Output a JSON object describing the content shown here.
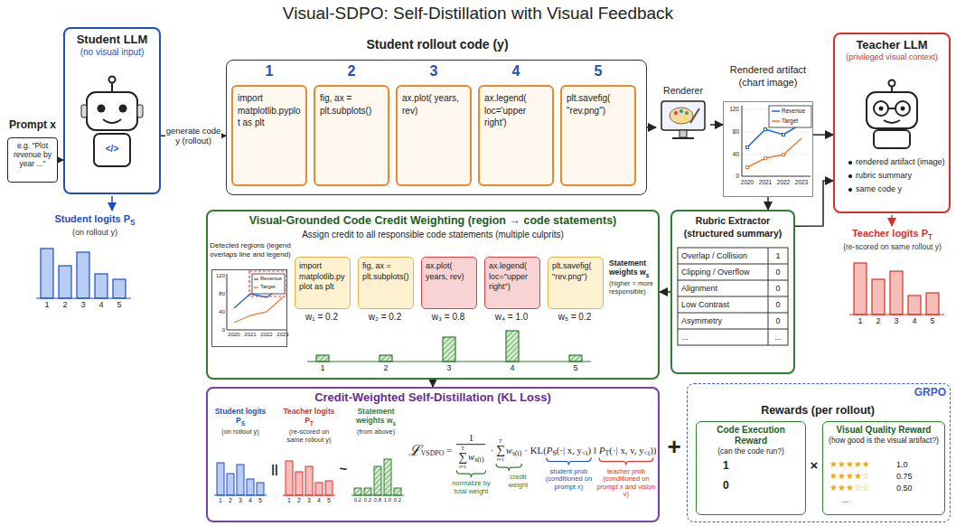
{
  "diagram": {
    "title": "Visual-SDPO: Self-Distillation with Visual Feedback",
    "nodes": [
      {
        "text": [
          "Prompt x",
          "e.g. \"Plot revenue by year ...\""
        ]
      },
      {
        "text": [
          "Student LLM",
          "(no visual input)"
        ]
      },
      {
        "text": [
          "Student rollout code (y)"
        ]
      },
      {
        "text": [
          "1",
          "import matplotlib.pyplot as plt"
        ],
        "in": 2
      },
      {
        "text": [
          "2",
          "fig, ax = plt.subplots()"
        ],
        "in": 2
      },
      {
        "text": [
          "3",
          "ax.plot( years, rev)"
        ],
        "in": 2
      },
      {
        "text": [
          "4",
          "ax.legend( loc='upper right')"
        ],
        "in": 2
      },
      {
        "text": [
          "5",
          "plt.savefig( \"rev.png\")"
        ],
        "in": 2
      },
      {
        "text": [
          "Renderer"
        ]
      },
      {
        "text": [
          "Rendered artifact (chart image)"
        ]
      },
      {
        "text": [
          "Teacher LLM",
          "(privileged visual context)",
          "rendered artifact (image)",
          "rubric summary",
          "same code y"
        ]
      },
      {
        "text": [
          "Rubric Extractor (structured summary)"
        ]
      },
      {
        "text": [
          "Visual-Grounded Code Credit Weighting (region → code statements)",
          "Assign credit to all responsible code statements (multiple culprits)"
        ]
      },
      {
        "text": [
          "Detected regions (legend overlaps line and legend)"
        ],
        "in": 12
      },
      {
        "text": [
          "import matplotlib.pyplot as plt",
          "w₁ = 0.2"
        ],
        "in": 12
      },
      {
        "text": [
          "fig, ax = plt.subplots()",
          "w₂ = 0.2"
        ],
        "in": 12
      },
      {
        "text": [
          "ax.plot( years, rev)",
          "w₃ = 0.8"
        ],
        "in": 12
      },
      {
        "text": [
          "ax.legend( loc=\"upper right\")",
          "w₄ = 1.0"
        ],
        "in": 12
      },
      {
        "text": [
          "plt.savefig( \"rev.png\")",
          "w₅ = 0.2"
        ],
        "in": 12
      },
      {
        "text": [
          "Credit-Weighted Self-Distillation (KL Loss)"
        ]
      },
      {
        "text": [
          "GRPO",
          "Rewards (per rollout)"
        ]
      },
      {
        "text": [
          "Code Execution Reward",
          "(can the code run?)"
        ],
        "in": 20
      },
      {
        "text": [
          "Visual Quality Reward",
          "(how good is the visual artifact?)"
        ],
        "in": 20
      }
    ],
    "edges": [
      {
        "from": 0,
        "to": 1,
        "arrow": "to"
      },
      {
        "from": 1,
        "to": 2,
        "label": "generate code y (rollout)",
        "arrow": "to"
      },
      {
        "from": 2,
        "to": 8,
        "arrow": "to"
      },
      {
        "from": 8,
        "to": 9,
        "arrow": "to"
      },
      {
        "from": 9,
        "to": 10,
        "arrow": "to"
      },
      {
        "from": 9,
        "to": 11,
        "arrow": "to"
      },
      {
        "from": 11,
        "to": 10,
        "arrow": "to"
      },
      {
        "from": 11,
        "to": 12,
        "arrow": "to"
      },
      {
        "from": 12,
        "to": 19,
        "arrow": "to"
      }
    ],
    "labels": [
      "Student logits P",
      "S",
      "(on rollout y)",
      "1",
      "2",
      "3",
      "4",
      "5",
      "Teacher logits P",
      "T",
      "(re-scored on same rollout y)",
      "1",
      "2",
      "3",
      "4",
      "5",
      "120",
      "80",
      "40",
      "0",
      "2020",
      "2021",
      "2022",
      "2023",
      "Revenue",
      "Target",
      "Overlap / Collision",
      "1",
      "Clipping / Overflow",
      "0",
      "Alignment",
      "0",
      "Low Contrast",
      "0",
      "Asymmetry",
      "0",
      "...",
      "...",
      "120",
      "80",
      "40",
      "0",
      "2020",
      "2021",
      "2022",
      "2023",
      "Revenue",
      "Target",
      "Statement weights w",
      "s",
      "(higher = more responsible)",
      "1",
      "2",
      "3",
      "4",
      "5",
      "Student logits P",
      "S",
      "(on rollout y)",
      "1",
      "2",
      "3",
      "4",
      "5",
      "||",
      "Teacher logits P",
      "T",
      "(re-scored on same rollout y)",
      "1",
      "2",
      "3",
      "4",
      "5",
      "~",
      "Statement weights w",
      "s",
      "(from above)",
      "0.2",
      "0.2",
      "0.8",
      "1.0",
      "0.2",
      "ℒ",
      "VSDPO",
      "=",
      "1",
      "T",
      "∑",
      "t=1",
      "w",
      "s(t)",
      "·",
      "T",
      "∑",
      "t=1",
      "w",
      "s(t)",
      "·",
      "KL",
      "(",
      "P",
      "S",
      "(·| x, y",
      "<t",
      ")",
      "‖",
      "P",
      "T",
      "(·| x, v, y",
      "<t",
      ")",
      ")",
      "normalize by total weight",
      "credit weight",
      "student prob (conditioned on prompt x)",
      "teacher prob (conditioned on prompt x and vision v)",
      "+",
      "1",
      "0",
      "×",
      "★★★★★",
      "1.0",
      "★★★★☆",
      "0.75",
      "★★★☆☆",
      "0.50",
      "...",
      "</>"
    ]
  }
}
